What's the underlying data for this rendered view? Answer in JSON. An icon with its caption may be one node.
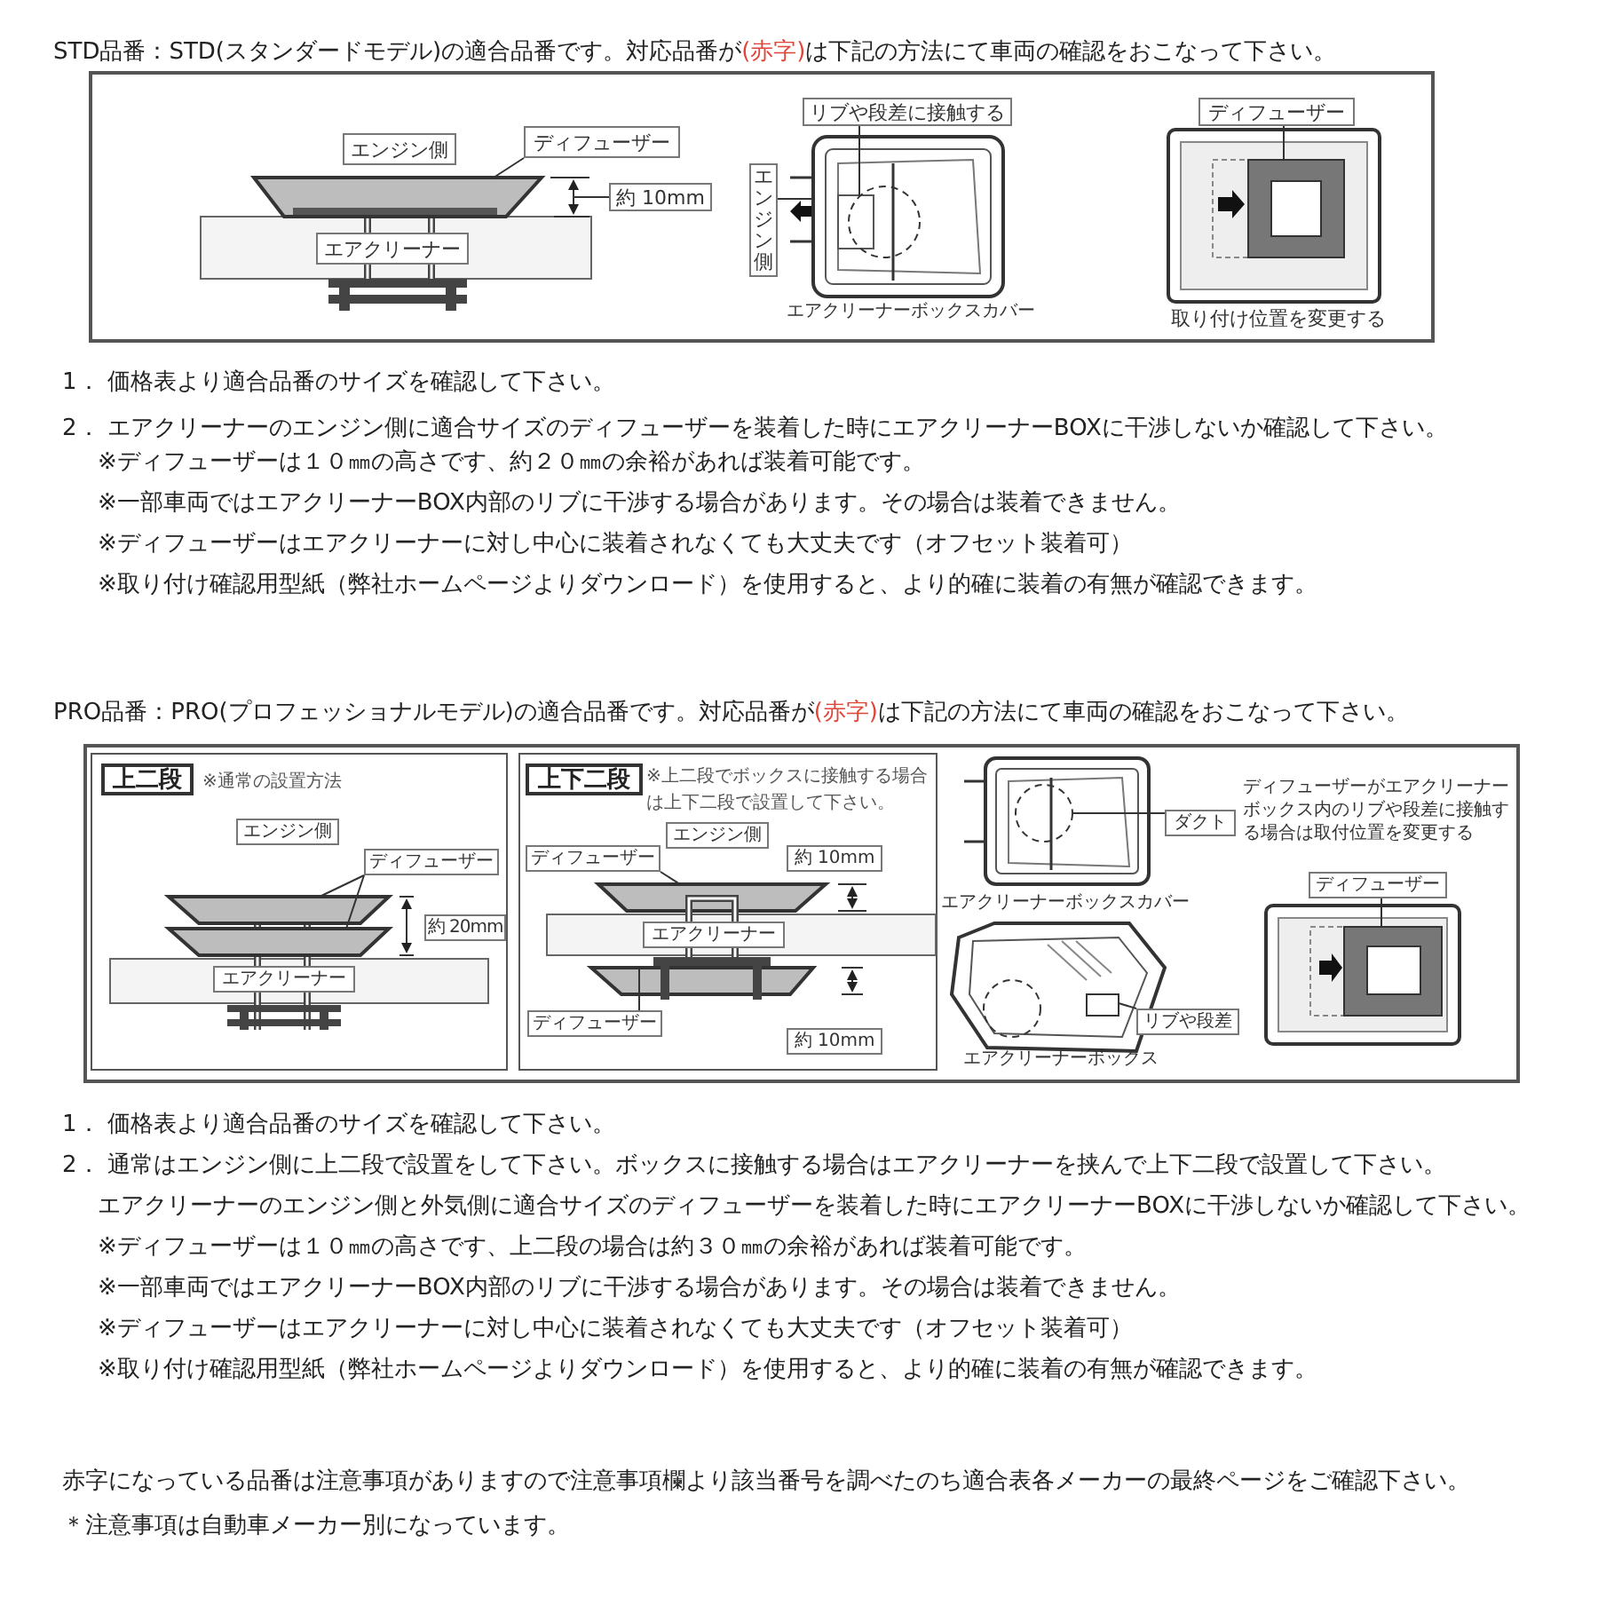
{
  "diagram": {
    "nodes": [
      {
        "text": [
          "エンジン側"
        ]
      },
      {
        "text": [
          "ディフューザー"
        ]
      },
      {
        "text": [
          "約 10mm"
        ]
      },
      {
        "text": [
          "エアクリーナー"
        ]
      },
      {
        "text": [
          "エンジン側"
        ]
      },
      {
        "text": [
          "リブや段差に接触する"
        ]
      },
      {
        "text": [
          "エアクリーナーボックスカバー"
        ]
      },
      {
        "text": [
          "ディフューザー"
        ]
      },
      {
        "text": [
          "上二段"
        ]
      },
      {
        "text": [
          "エンジン側"
        ]
      },
      {
        "text": [
          "ディフューザー"
        ]
      },
      {
        "text": [
          "約 20mm"
        ]
      },
      {
        "text": [
          "エアクリーナー"
        ]
      },
      {
        "text": [
          "上下二段"
        ]
      },
      {
        "text": [
          "エンジン側"
        ]
      },
      {
        "text": [
          "ディフューザー"
        ]
      },
      {
        "text": [
          "約 10mm"
        ]
      },
      {
        "text": [
          "エアクリーナー"
        ]
      },
      {
        "text": [
          "ディフューザー"
        ]
      },
      {
        "text": [
          "約 10mm"
        ]
      },
      {
        "text": [
          "ダクト"
        ]
      },
      {
        "text": [
          "リブや段差"
        ]
      },
      {
        "text": [
          "ディフューザー"
        ]
      },
      {
        "text": [],
        "shape": "trapezoid"
      },
      {
        "text": [],
        "shape": "line"
      },
      {
        "text": [],
        "shape": "picture"
      },
      {
        "text": [],
        "shape": "circle",
        "in": 25
      },
      {
        "text": [],
        "shape": "box"
      },
      {
        "text": [],
        "shape": "trapezoid"
      },
      {
        "text": [],
        "shape": "trapezoid"
      },
      {
        "text": [],
        "shape": "trapezoid"
      },
      {
        "text": [],
        "shape": "trapezoid"
      },
      {
        "text": [],
        "shape": "circle"
      },
      {
        "text": [],
        "shape": "box"
      },
      {
        "text": [],
        "shape": "box"
      }
    ],
    "edges": [
      {
        "from": 1,
        "to": 23,
        "arrow": "none"
      },
      {
        "from": 2,
        "to": 24,
        "arrow": "none"
      },
      {
        "from": 4,
        "to": 25,
        "arrow": "none"
      },
      {
        "from": 5,
        "to": 26,
        "arrow": "none"
      },
      {
        "from": 7,
        "to": 27,
        "arrow": "none"
      },
      {
        "from": 10,
        "to": 28,
        "arrow": "none"
      },
      {
        "from": 10,
        "to": 29,
        "arrow": "none"
      },
      {
        "from": 15,
        "to": 30,
        "arrow": "none"
      },
      {
        "from": 18,
        "to": 31,
        "arrow": "none"
      },
      {
        "from": 20,
        "to": 32,
        "arrow": "none"
      },
      {
        "from": 21,
        "to": 33,
        "arrow": "none"
      },
      {
        "from": 22,
        "to": 34,
        "arrow": "none"
      }
    ],
    "labels": [
      "STD品番：STD(スタンダードモデル)の適合品番です。対応品番が**(赤字)**は下記の方法にて車両の確認をおこなって下さい。",
      "取り付け位置を変更する",
      "1． 価格表より適合品番のサイズを確認して下さい。",
      "2． エアクリーナーのエンジン側に適合サイズのディフューザーを装着した時にエアクリーナーBOXに干渉しないか確認して下さい。",
      "※ディフューザーは１０㎜の高さです、約２０㎜の余裕があれば装着可能です。",
      "※一部車両ではエアクリーナーBOX内部のリブに干渉する場合があります。その場合は装着できません。",
      "※ディフューザーはエアクリーナーに対し中心に装着されなくても大丈夫です（オフセット装着可）",
      "※取り付け確認用型紙（弊社ホームページよりダウンロード）を使用すると、より的確に装着の有無が確認できます。",
      "PRO品番：PRO(プロフェッショナルモデル)の適合品番です。対応品番が**(赤字)**は下記の方法にて車両の確認をおこなって下さい。",
      "※通常の設置方法",
      "※上二段でボックスに接触する場合は上下二段で設置して下さい。",
      "ディフューザーがエアクリーナーボックス内のリブや段差に接触する場合は取付位置を変更する",
      "エアクリーナーボックスカバー",
      "エアクリーナーボックス",
      "1． 価格表より適合品番のサイズを確認して下さい。",
      "2． 通常はエンジン側に上二段で設置をして下さい。ボックスに接触する場合はエアクリーナーを挟んで上下二段で設置して下さい。",
      "エアクリーナーのエンジン側と外気側に適合サイズのディフューザーを装着した時にエアクリーナーBOXに干渉しないか確認して下さい。",
      "※ディフューザーは１０㎜の高さです、上二段の場合は約３０㎜の余裕があれば装着可能です。",
      "※一部車両ではエアクリーナーBOX内部のリブに干渉する場合があります。その場合は装着できません。",
      "※ディフューザーはエアクリーナーに対し中心に装着されなくても大丈夫です（オフセット装着可）",
      "※取り付け確認用型紙（弊社ホームページよりダウンロード）を使用すると、より的確に装着の有無が確認できます。",
      "赤字になっている品番は注意事項がありますので注意事項欄より該当番号を調べたのち適合表各メーカーの最終ページをご確認下さい。",
      "＊注意事項は自動車メーカー別になっています。"
    ]
  }
}
